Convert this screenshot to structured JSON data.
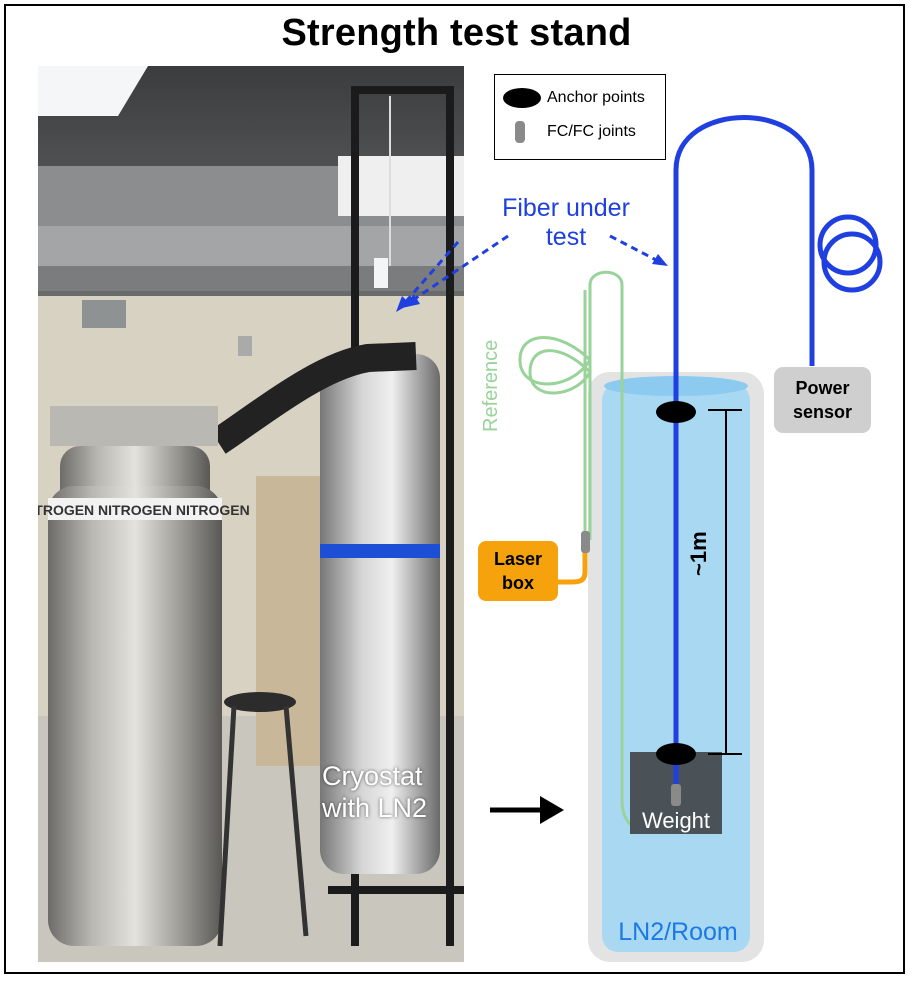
{
  "title": "Strength test stand",
  "legend": {
    "anchor_label": "Anchor points",
    "joint_label": "FC/FC joints"
  },
  "fiber_label": "Fiber under test",
  "fiber_label_lines": [
    "Fiber under",
    "test"
  ],
  "reference_label": "Reference",
  "power_sensor_lines": [
    "Power",
    "sensor"
  ],
  "laser_box_lines": [
    "Laser",
    "box"
  ],
  "weight_label": "Weight",
  "ln2_label": "LN2/Room",
  "length_label": "~1m",
  "cryostat_lines": [
    "Cryostat",
    "with LN2"
  ],
  "photo_dewar_text": "NITROGEN NITROGEN NITROGEN",
  "colors": {
    "fiber": "#1f3fe0",
    "reference": "#9ad39a",
    "laser_box": "#f5a20c",
    "power_sensor": "#cfcfcf",
    "ln2": "#a8d8f2",
    "cryostat_outline": "#dcdcdc",
    "weight": "#4a5258"
  }
}
